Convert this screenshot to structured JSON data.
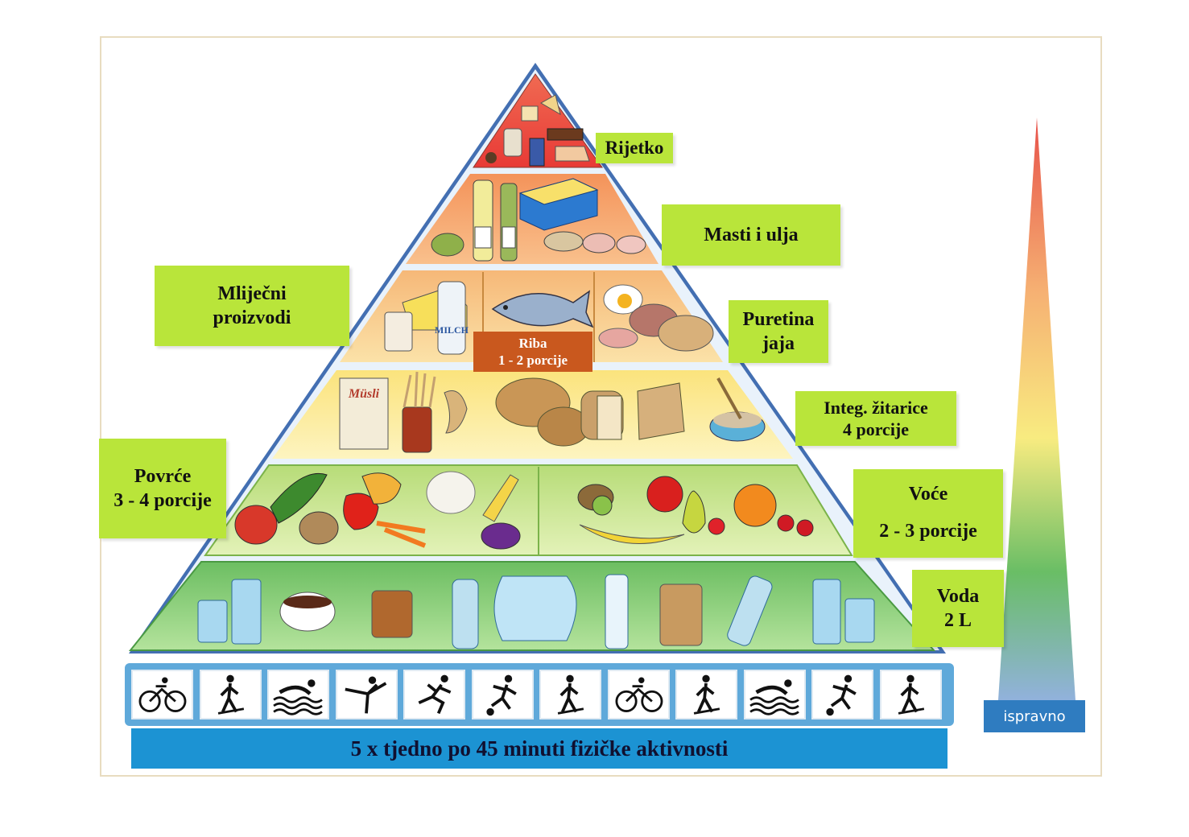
{
  "labels": {
    "rijetko": "Rijetko",
    "masti": "Masti i ulja",
    "mlijecni_1": "Mliječni",
    "mlijecni_2": "proizvodi",
    "puretina_1": "Puretina",
    "puretina_2": "jaja",
    "riba_1": "Riba",
    "riba_2": "1 - 2 porcije",
    "zitarice_1": "Integ. žitarice",
    "zitarice_2": "4 porcije",
    "povrce_1": "Povrće",
    "povrce_2": "3 - 4 porcije",
    "voce_1": "Voće",
    "voce_2": "2 - 3 porcije",
    "voda_1": "Voda",
    "voda_2": "2 L"
  },
  "activity_banner": "5 x tjedno po 45 minuti fizičke aktivnosti",
  "gradient_scale": {
    "label": "ispravno"
  },
  "food_text": {
    "musli": "Müsli",
    "milch": "MILCH"
  },
  "activities": [
    "cycling-icon",
    "walking-icon",
    "swimming-icon",
    "gymnastics-icon",
    "running-icon",
    "football-icon",
    "walking-icon",
    "cycling-icon",
    "walking-icon",
    "swimming-icon",
    "football-icon",
    "walking-icon"
  ],
  "colors": {
    "tier_top": "#e8413a",
    "tier_fats": "#f5a364",
    "tier_protein": "#f8d08a",
    "tier_grains": "#fbe98e",
    "tier_veg": "#c9e58e",
    "tier_water": "#8fcf7a",
    "label_bg": "#b9e53a",
    "banner": "#1c93d3"
  }
}
